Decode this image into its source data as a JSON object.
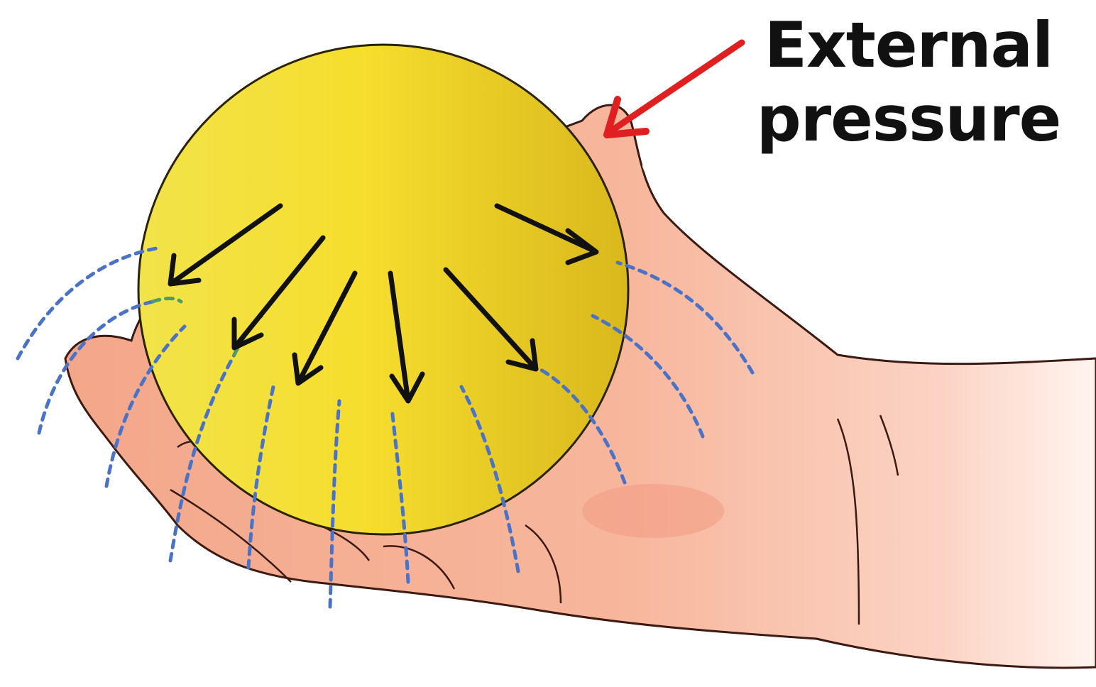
{
  "annotation": {
    "line1": "External",
    "line2": "pressure"
  },
  "colors": {
    "ball": "#f2d42e",
    "ball_outline": "#2b2200",
    "hand": "#f5ad8f",
    "hand_outline": "#3a1a12",
    "force_arrows": "#111111",
    "external_arrow": "#e02020",
    "field_lines_blue": "#4a73c7",
    "field_lines_green": "#4f9a6c"
  },
  "icons": {
    "ball": "sphere",
    "hand": "open-palm-hand",
    "arrow": "arrow-icon"
  }
}
